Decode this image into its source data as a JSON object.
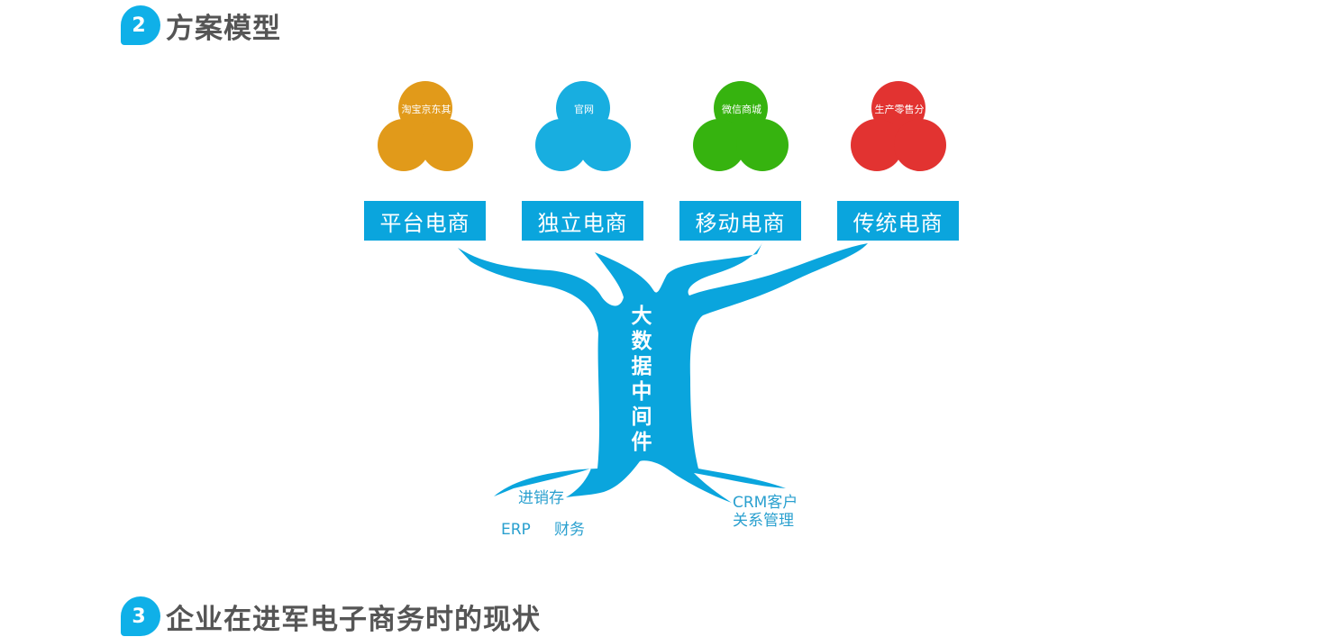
{
  "sections": {
    "s2": {
      "number": "2",
      "title": "方案模型"
    },
    "s3": {
      "number": "3",
      "title": "企业在进军电子商务时的现状"
    }
  },
  "clusters": [
    {
      "label": "淘宝京东其",
      "color": "#e19a1a"
    },
    {
      "label": "官网",
      "color": "#18aee0"
    },
    {
      "label": "微信商城",
      "color": "#36b30f"
    },
    {
      "label": "生产零售分",
      "color": "#e23331"
    }
  ],
  "branches": [
    {
      "label": "平台电商"
    },
    {
      "label": "独立电商"
    },
    {
      "label": "移动电商"
    },
    {
      "label": "传统电商"
    }
  ],
  "trunk": {
    "label": "大数据中间件",
    "color": "#0aa5dd"
  },
  "roots": {
    "jxc": "进销存",
    "erp": "ERP",
    "finance": "财务",
    "crm_line1": "CRM客户",
    "crm_line2": "关系管理"
  }
}
